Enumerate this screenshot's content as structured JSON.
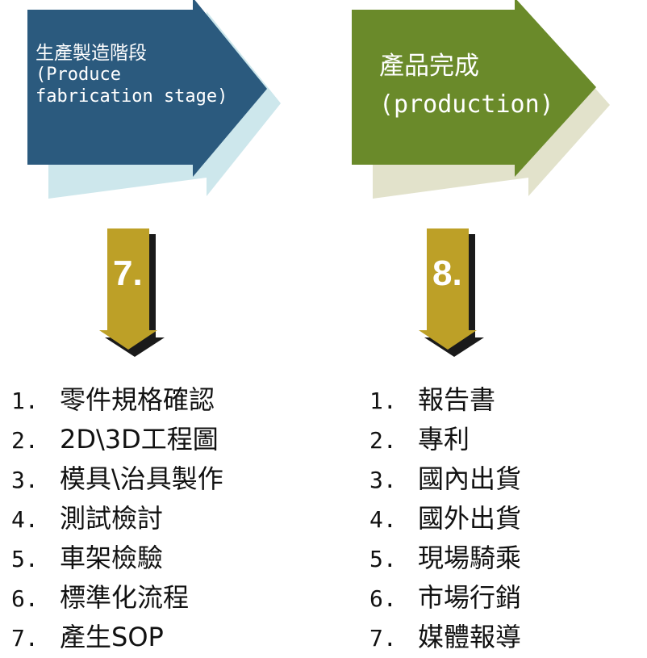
{
  "colors": {
    "blue_arrow": "#2b5a7e",
    "blue_shadow": "#cde7ec",
    "green_arrow": "#6a8a2a",
    "green_shadow": "#e2e2cb",
    "gold_arrow": "#bda027",
    "gold_shadow": "#1a1a1a"
  },
  "left_arrow": {
    "title": "生產製造階段",
    "line2": "(Produce",
    "line3": "fabrication stage)"
  },
  "right_arrow": {
    "title": "產品完成",
    "line2": "(production)"
  },
  "step_left": "7.",
  "step_right": "8.",
  "left_list": [
    {
      "num": "1.",
      "text": "零件規格確認"
    },
    {
      "num": "2.",
      "text": "2D\\3D工程圖"
    },
    {
      "num": "3.",
      "text": "模具\\治具製作"
    },
    {
      "num": "4.",
      "text": "測試檢討"
    },
    {
      "num": "5.",
      "text": "車架檢驗"
    },
    {
      "num": "6.",
      "text": "標準化流程"
    },
    {
      "num": "7.",
      "text": "產生SOP"
    }
  ],
  "right_list": [
    {
      "num": "1.",
      "text": "報告書"
    },
    {
      "num": "2.",
      "text": "專利"
    },
    {
      "num": "3.",
      "text": "國內出貨"
    },
    {
      "num": "4.",
      "text": "國外出貨"
    },
    {
      "num": "5.",
      "text": "現場騎乘"
    },
    {
      "num": "6.",
      "text": "市場行銷"
    },
    {
      "num": "7.",
      "text": "媒體報導"
    }
  ]
}
